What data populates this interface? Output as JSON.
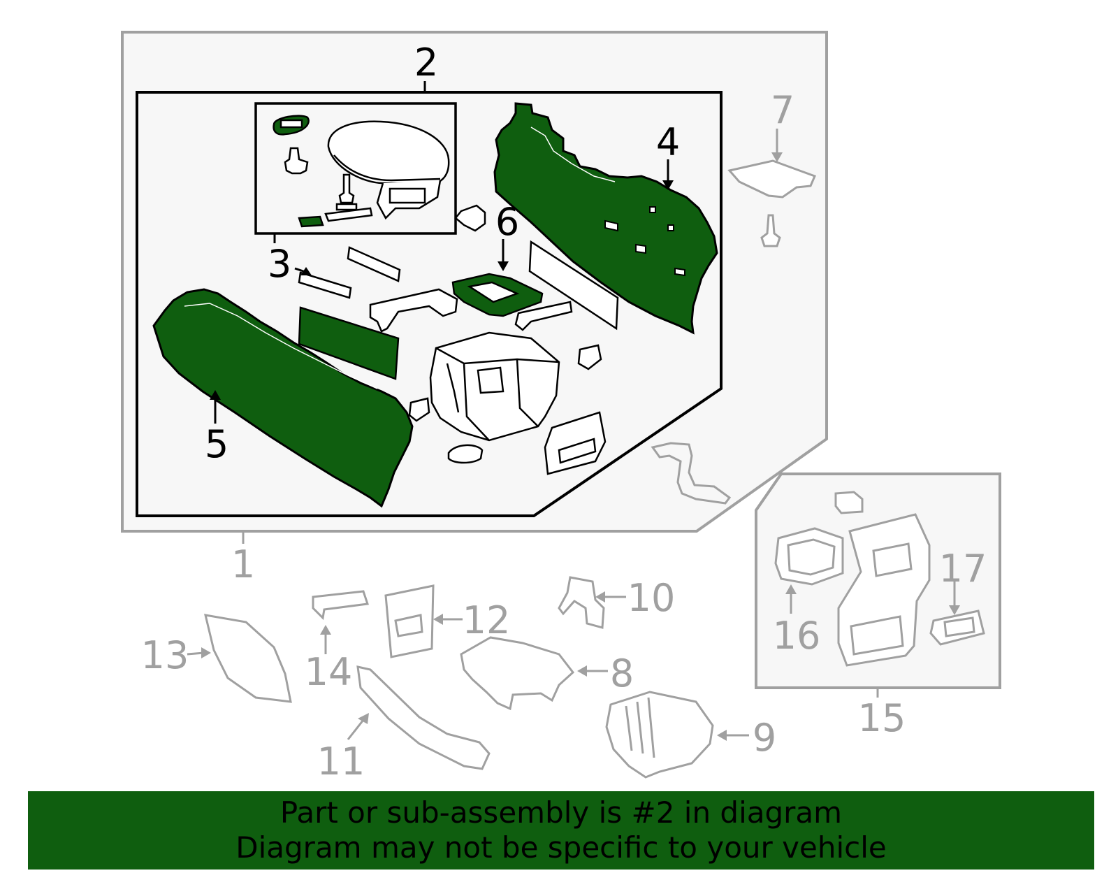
{
  "colors": {
    "highlight": "#0f5e0f",
    "banner_bg": "#0f5e0f",
    "line_dark": "#000000",
    "line_gray": "#a0a0a0",
    "panel_bg": "#f7f7f7"
  },
  "callouts": {
    "c1": "1",
    "c2": "2",
    "c3": "3",
    "c4": "4",
    "c5": "5",
    "c6": "6",
    "c7": "7",
    "c8": "8",
    "c9": "9",
    "c10": "10",
    "c11": "11",
    "c12": "12",
    "c13": "13",
    "c14": "14",
    "c15": "15",
    "c16": "16",
    "c17": "17"
  },
  "highlighted_part": "2",
  "banner": {
    "line1": "Part or sub-assembly is #2 in diagram",
    "line2": "Diagram may not be specific to your vehicle"
  }
}
